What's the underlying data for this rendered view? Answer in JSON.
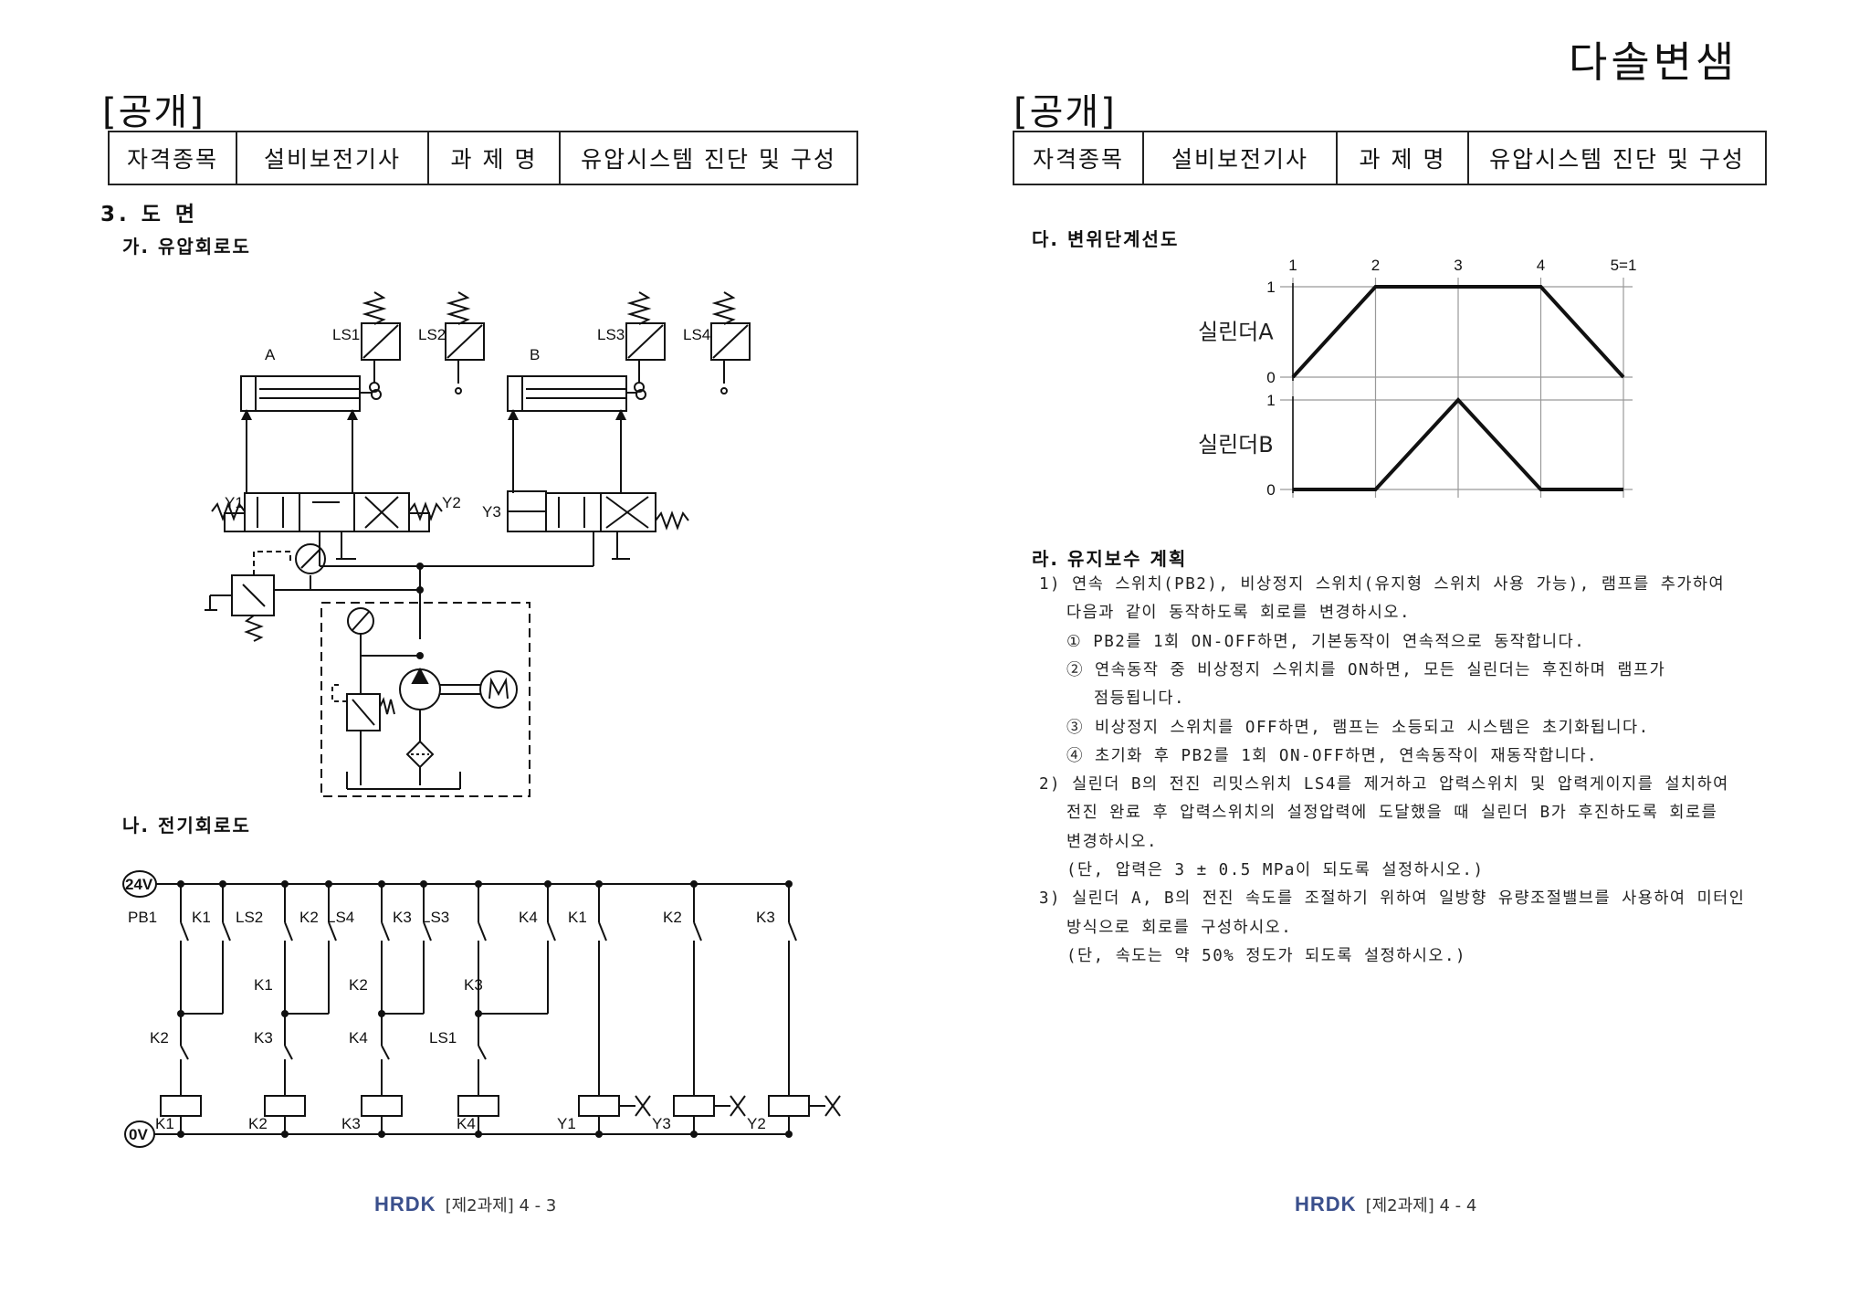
{
  "brand": "다솔변샘",
  "left": {
    "section_tag": "[공개]",
    "header_table": [
      "자격종목",
      "설비보전기사",
      "과 제 명",
      "유압시스템 진단 및 구성"
    ],
    "section_title": "3. 도 면",
    "hydraulic_title": "가. 유압회로도",
    "electric_title": "나. 전기회로도",
    "footer_logo": "HRDK",
    "footer_page": "[제2과제] 4 - 3",
    "hydraulic_labels": {
      "cyl_a": "A",
      "cyl_b": "B",
      "ls1": "LS1",
      "ls2": "LS2",
      "ls3": "LS3",
      "ls4": "LS4",
      "y1": "Y1",
      "y2": "Y2",
      "y3": "Y3"
    },
    "electric_labels": {
      "supply": "24V",
      "ground": "0V",
      "pb1": "PB1",
      "k1": "K1",
      "k2": "K2",
      "k3": "K3",
      "k4": "K4",
      "ls1": "LS1",
      "ls2": "LS2",
      "ls3": "LS3",
      "ls4": "LS4",
      "y1": "Y1",
      "y2": "Y2",
      "y3": "Y3"
    }
  },
  "right": {
    "section_tag": "[공개]",
    "header_table": [
      "자격종목",
      "설비보전기사",
      "과 제 명",
      "유압시스템 진단 및 구성"
    ],
    "displacement_title": "다. 변위단계선도",
    "maintenance_title": "라. 유지보수 계획",
    "footer_logo": "HRDK",
    "footer_page": "[제2과제] 4 - 4",
    "lines": [
      "1) 연속 스위치(PB2), 비상정지 스위치(유지형 스위치 사용 가능), 램프를 추가하여",
      "다음과 같이 동작하도록 회로를 변경하시오.",
      "① PB2를 1회 ON-OFF하면, 기본동작이 연속적으로 동작합니다.",
      "② 연속동작 중 비상정지 스위치를 ON하면, 모든 실린더는 후진하며 램프가",
      "점등됩니다.",
      "③ 비상정지 스위치를 OFF하면, 램프는 소등되고 시스템은 초기화됩니다.",
      "④ 초기화 후 PB2를 1회 ON-OFF하면, 연속동작이 재동작합니다.",
      "2) 실린더 B의 전진 리밋스위치 LS4를 제거하고 압력스위치 및 압력게이지를 설치하여",
      "전진 완료 후 압력스위치의 설정압력에 도달했을 때 실린더 B가 후진하도록 회로를",
      "변경하시오.",
      "(단, 압력은 3 ± 0.5 MPa이 되도록 설정하시오.)",
      "3) 실린더 A, B의 전진 속도를 조절하기 위하여 일방향 유량조절밸브를 사용하여 미터인",
      "방식으로 회로를 구성하시오.",
      "(단, 속도는 약 50% 정도가 되도록 설정하시오.)"
    ]
  },
  "chart_data": {
    "type": "line",
    "x": [
      "1",
      "2",
      "3",
      "4",
      "5=1"
    ],
    "series": [
      {
        "name": "실린더A",
        "values": [
          0,
          1,
          1,
          1,
          0
        ]
      },
      {
        "name": "실린더B",
        "values": [
          0,
          0,
          1,
          0,
          0
        ]
      }
    ],
    "ylim": [
      0,
      1
    ],
    "y_ticks": [
      "0",
      "1"
    ],
    "grid": true
  }
}
